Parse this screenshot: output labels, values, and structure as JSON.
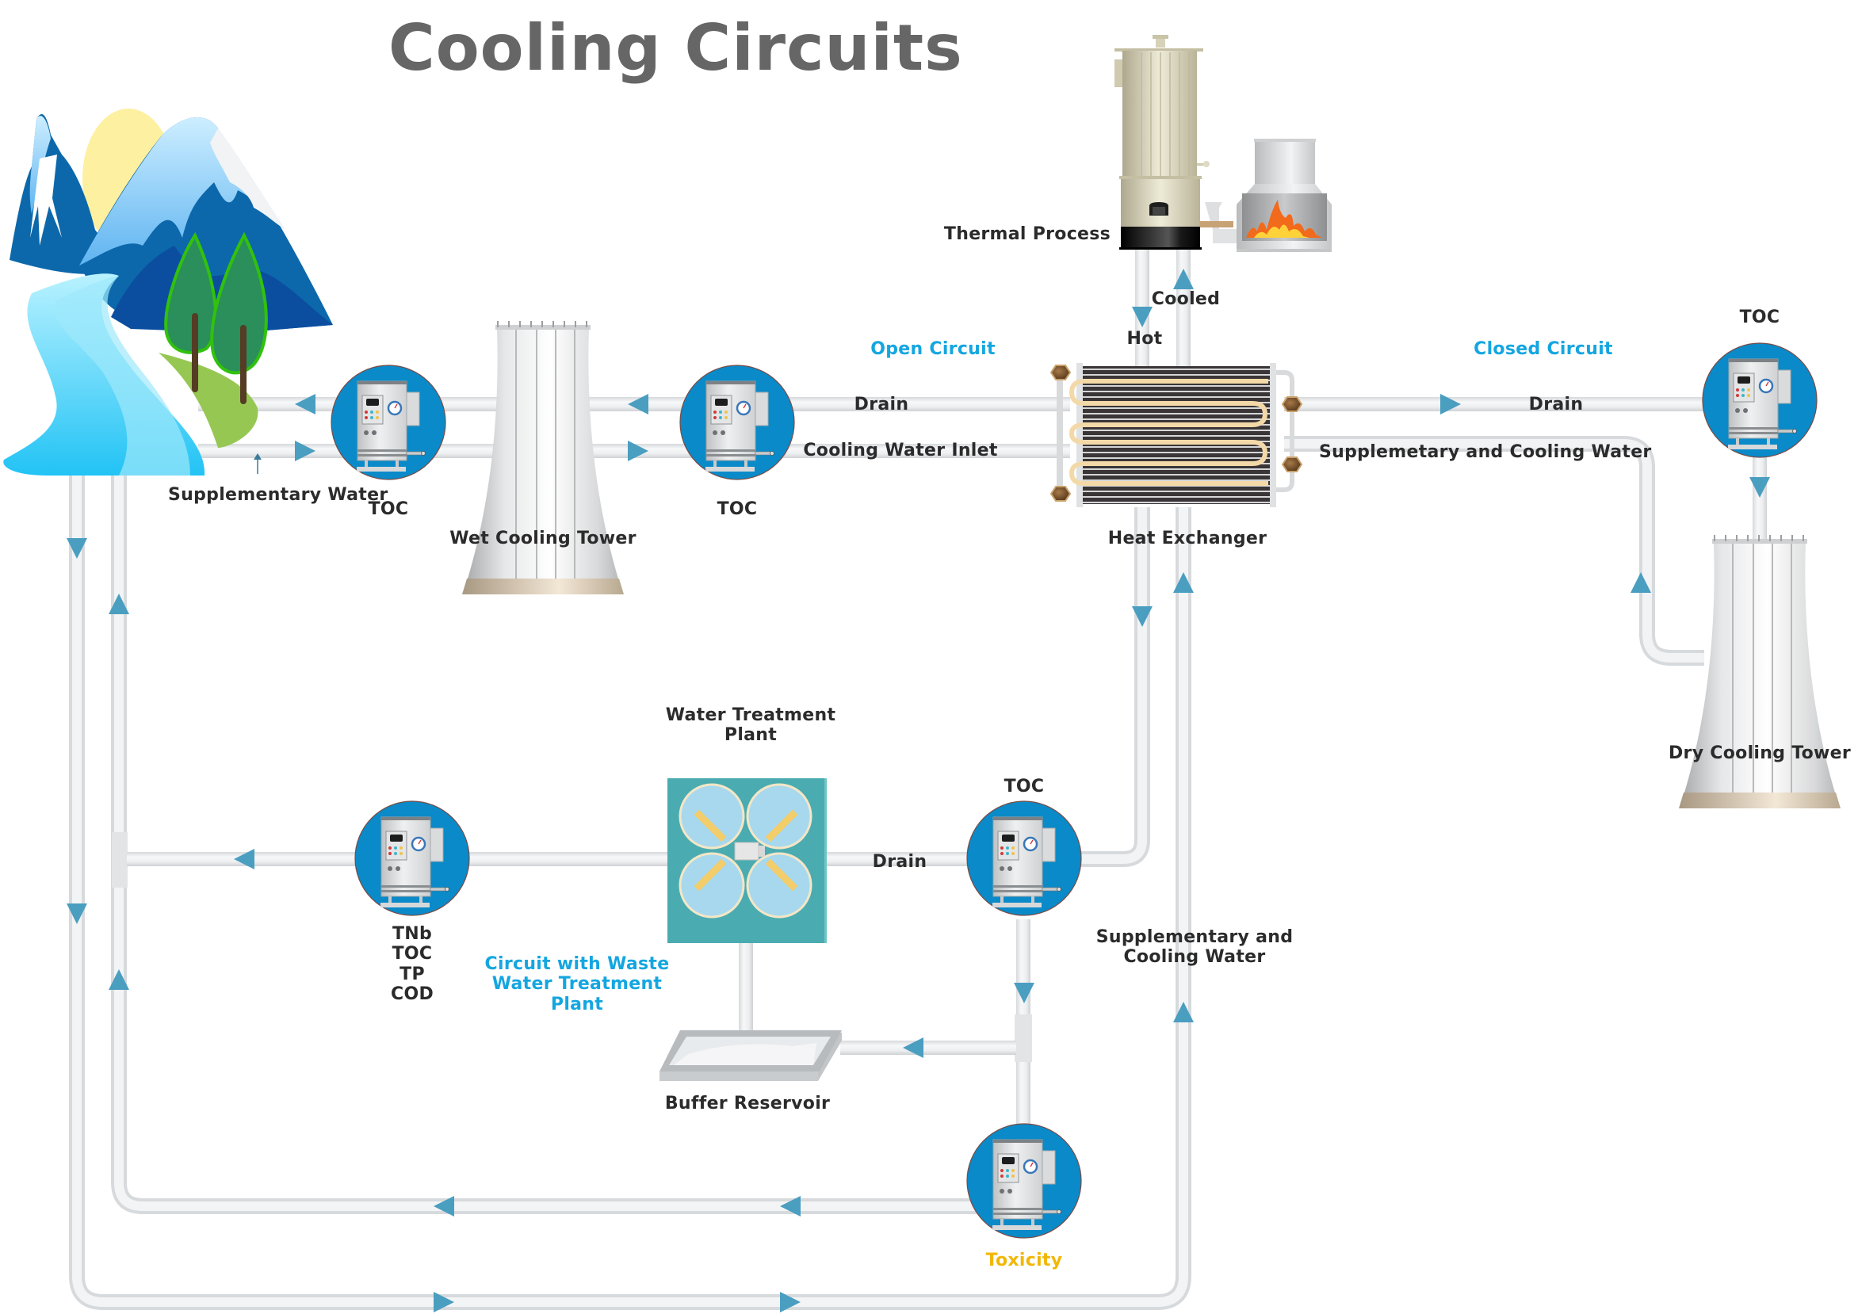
{
  "title": "Cooling Circuits",
  "colors": {
    "pipe": "#eceef0",
    "pipe_edge": "#d4d7da",
    "arrow": "#4a9ec0",
    "analyzer_circle": "#0a8ac8",
    "circuit_label": "#14a6e0",
    "toxicity_label": "#f2b705",
    "text": "#2b2b2b",
    "title": "#666666"
  },
  "components": {
    "nature": {
      "label": "Supplementary Water",
      "icon": "mountains-river-icon"
    },
    "wet_cooling_tower": {
      "label": "Wet Cooling Tower",
      "icon": "cooling-tower-icon"
    },
    "dry_cooling_tower": {
      "label": "Dry Cooling Tower",
      "icon": "cooling-tower-icon"
    },
    "heat_exchanger": {
      "label": "Heat Exchanger",
      "icon": "heat-exchanger-icon"
    },
    "thermal_process": {
      "label": "Thermal Process",
      "icon": "boiler-furnace-icon"
    },
    "water_treatment_plant": {
      "label_line1": "Water Treatment",
      "label_line2": "Plant",
      "icon": "clarifier-basins-icon"
    },
    "buffer_reservoir": {
      "label": "Buffer Reservoir",
      "icon": "reservoir-tank-icon"
    }
  },
  "analyzers": [
    {
      "id": "toc-open-1",
      "labels": [
        "TOC"
      ],
      "icon": "analyzer-cabinet-icon"
    },
    {
      "id": "toc-open-2",
      "labels": [
        "TOC"
      ],
      "icon": "analyzer-cabinet-icon"
    },
    {
      "id": "toc-closed",
      "labels": [
        "TOC"
      ],
      "icon": "analyzer-cabinet-icon"
    },
    {
      "id": "toc-waste",
      "labels": [
        "TOC"
      ],
      "icon": "analyzer-cabinet-icon"
    },
    {
      "id": "multi-parameter",
      "labels": [
        "TNb",
        "TOC",
        "TP",
        "COD"
      ],
      "icon": "analyzer-cabinet-icon"
    },
    {
      "id": "toxicity",
      "labels": [
        "Toxicity"
      ],
      "icon": "analyzer-cabinet-icon"
    }
  ],
  "circuits": {
    "open": "Open Circuit",
    "closed": "Closed Circuit",
    "waste_line1": "Circuit with Waste",
    "waste_line2": "Water Treatment",
    "waste_line3": "Plant"
  },
  "flow_labels": {
    "drain_open": "Drain",
    "cooling_water_inlet": "Cooling Water Inlet",
    "drain_closed": "Drain",
    "supplementary_cooling_closed": "Supplemetary and Cooling Water",
    "hot": "Hot",
    "cooled": "Cooled",
    "drain_waste": "Drain",
    "supplementary_cooling_line1": "Supplementary and",
    "supplementary_cooling_line2": "Cooling Water"
  }
}
